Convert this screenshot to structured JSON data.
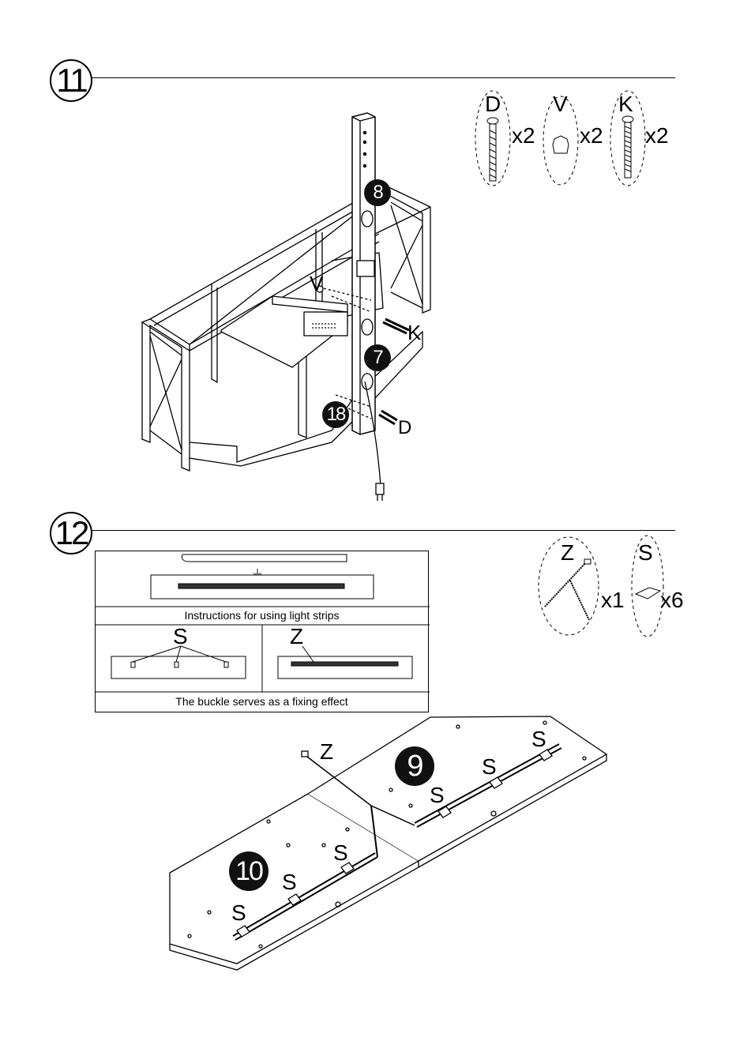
{
  "step11": {
    "number": "11",
    "parts": [
      {
        "letter": "D",
        "qty": "x2"
      },
      {
        "letter": "V",
        "qty": "x2"
      },
      {
        "letter": "K",
        "qty": "x2"
      }
    ],
    "callouts": {
      "badge_upper": "8",
      "badge_middle": "7",
      "badge_lower": "18",
      "v": "V",
      "k": "K",
      "d": "D"
    }
  },
  "step12": {
    "number": "12",
    "parts": [
      {
        "letter": "Z",
        "qty": "x1"
      },
      {
        "letter": "S",
        "qty": "x6"
      }
    ],
    "instructions": {
      "caption_top": "Instructions for using light strips",
      "caption_bottom": "The buckle serves as a fixing effect",
      "label_s": "S",
      "label_z": "Z"
    },
    "board": {
      "badge_right": "9",
      "badge_left": "10",
      "z": "Z",
      "s1": "S",
      "s2": "S",
      "s3": "S",
      "s4": "S",
      "s5": "S",
      "s6": "S"
    }
  }
}
